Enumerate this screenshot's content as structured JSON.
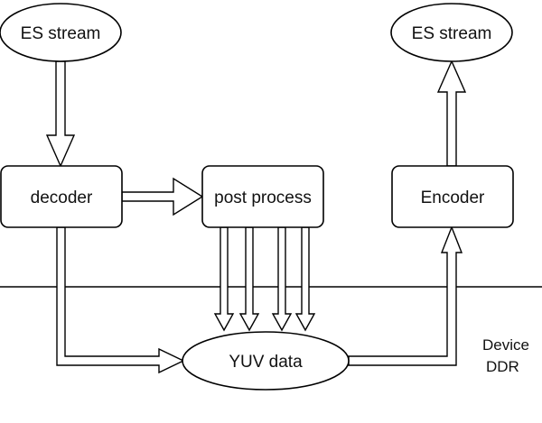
{
  "nodes": {
    "es_stream_input": "ES stream",
    "es_stream_output": "ES stream",
    "decoder": "decoder",
    "post_process": "post process",
    "encoder": "Encoder",
    "yuv_data": "YUV data"
  },
  "region": {
    "line1": "Device",
    "line2": "DDR"
  },
  "style": {
    "stroke_color": "#000000",
    "fill_color": "#ffffff",
    "background": "#ffffff"
  }
}
